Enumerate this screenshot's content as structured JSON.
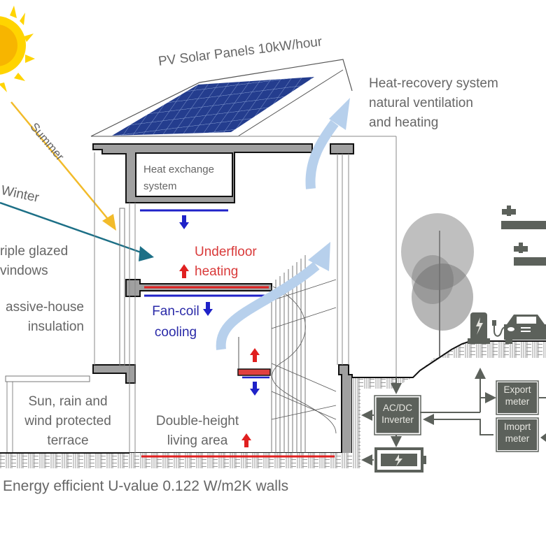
{
  "labels": {
    "pv_panels": "PV Solar Panels 10kW/hour",
    "heat_recovery": "Heat-recovery system\nnatural ventilation\nand heating",
    "summer": "Summer",
    "winter": "Winter",
    "triple_glazed": "riple glazed\nvindows",
    "passive_house": "assive-house\ninsulation",
    "heat_exchange": "Heat exchange\nsystem",
    "underfloor_heating": "Underfloor\nheating",
    "fan_coil_cooling": "Fan-coil\ncooling",
    "terrace": "Sun, rain and\nwind protected\nterrace",
    "living_area": "Double-height\nliving area",
    "walls_caption": "Energy efficient U-value 0.122 W/m2K walls"
  },
  "energy_boxes": {
    "inverter": "AC/DC\nInverter",
    "export_meter": "Export\nmeter",
    "import_meter": "Imoprt\nmeter"
  },
  "icons": {
    "sun": "sun-icon",
    "battery": "battery-icon",
    "ev_charger": "ev-charger-icon",
    "car": "car-icon",
    "tree": "tree-icon",
    "power_lines": "power-line-icon"
  },
  "colors": {
    "sun": "#ffd400",
    "summer_ray": "#f2bb2a",
    "winter_ray": "#1c6f86",
    "heating": "#e02020",
    "cooling": "#1f22c8",
    "airflow": "#b7d0ec",
    "wall": "#a0a0a0",
    "equipment": "#5c615b",
    "text": "#666666"
  }
}
